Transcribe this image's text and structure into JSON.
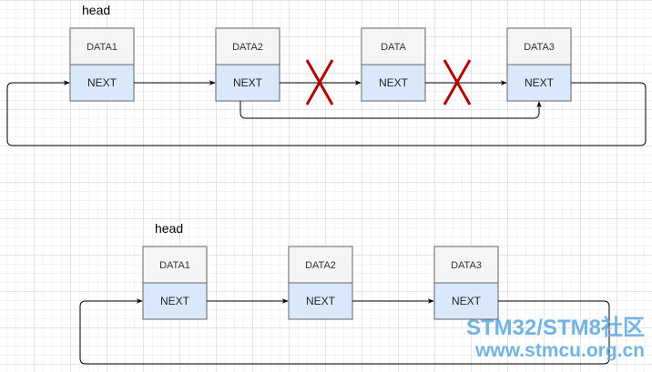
{
  "diagram1": {
    "head_label": "head",
    "nodes": [
      {
        "data": "DATA1",
        "next": "NEXT"
      },
      {
        "data": "DATA2",
        "next": "NEXT"
      },
      {
        "data": "DATA",
        "next": "NEXT"
      },
      {
        "data": "DATA3",
        "next": "NEXT"
      }
    ]
  },
  "diagram2": {
    "head_label": "head",
    "nodes": [
      {
        "data": "DATA1",
        "next": "NEXT"
      },
      {
        "data": "DATA2",
        "next": "NEXT"
      },
      {
        "data": "DATA3",
        "next": "NEXT"
      }
    ]
  },
  "colors": {
    "data_fill": "#f5f5f5",
    "next_fill": "#dae8fc",
    "stroke": "#666666",
    "cross": "#b20000"
  },
  "watermark": {
    "line1": "STM32/STM8社区",
    "line2": "www.stmcu.org.cn"
  }
}
